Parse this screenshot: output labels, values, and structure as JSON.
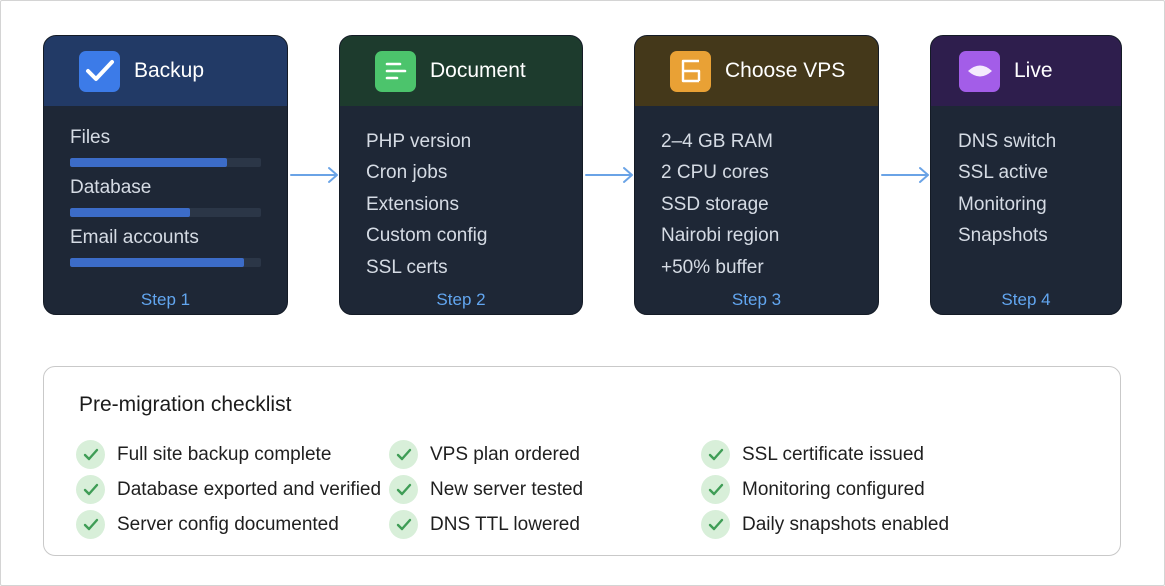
{
  "colors": {
    "backup_head": "#223a66",
    "document_head": "#1d3b2d",
    "vps_head": "#44381a",
    "live_head": "#2e1e4d",
    "card_body": "#1e2736",
    "step_text": "#62a6f0",
    "arrow": "#6aa3e6",
    "check": "#3f9d56"
  },
  "steps": [
    {
      "title": "Backup",
      "icon": "checkmark-icon",
      "bars": [
        {
          "label": "Files",
          "fill": 0.82
        },
        {
          "label": "Database",
          "fill": 0.63
        },
        {
          "label": "Email accounts",
          "fill": 0.91
        }
      ],
      "step_label": "Step 1"
    },
    {
      "title": "Document",
      "icon": "document-lines-icon",
      "items": [
        "PHP version",
        "Cron jobs",
        "Extensions",
        "Custom config",
        "SSL certs"
      ],
      "step_label": "Step 2"
    },
    {
      "title": "Choose VPS",
      "icon": "server-icon",
      "items": [
        "2–4 GB RAM",
        "2 CPU cores",
        "SSD storage",
        "Nairobi region",
        "+50% buffer"
      ],
      "step_label": "Step 3"
    },
    {
      "title": "Live",
      "icon": "eye-icon",
      "items": [
        "DNS switch",
        "SSL active",
        "Monitoring",
        "Snapshots"
      ],
      "step_label": "Step 4"
    }
  ],
  "checklist": {
    "title": "Pre-migration checklist",
    "columns": [
      [
        "Full site backup complete",
        "Database exported and verified",
        "Server config documented"
      ],
      [
        "VPS plan ordered",
        "New server tested",
        "DNS TTL lowered"
      ],
      [
        "SSL certificate issued",
        "Monitoring configured",
        "Daily snapshots enabled"
      ]
    ]
  }
}
